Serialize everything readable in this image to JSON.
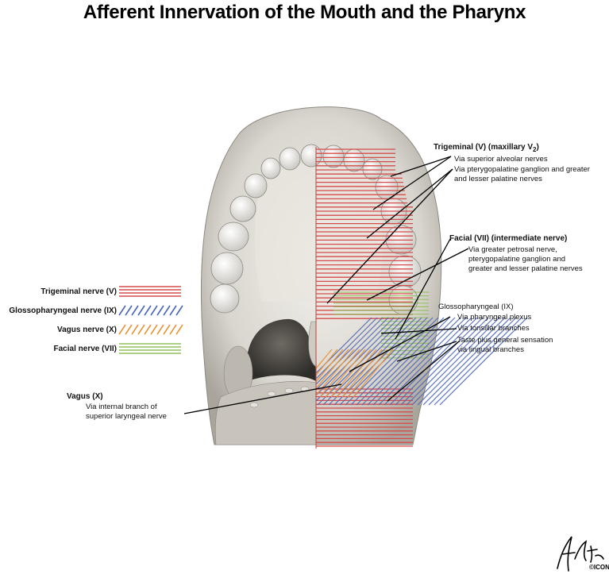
{
  "title": "Afferent Innervation of the Mouth and the Pharynx",
  "colors": {
    "trigeminal": "#d64b4b",
    "glossopharyngeal": "#4a65b8",
    "vagus": "#e8943a",
    "facial": "#8fbf5a",
    "leader": "#000000"
  },
  "legend": [
    {
      "label": "Trigeminal nerve (V)",
      "pattern": "horizontal",
      "color": "#d64b4b"
    },
    {
      "label": "Glossopharyngeal nerve (IX)",
      "pattern": "diagonal",
      "color": "#4a65b8"
    },
    {
      "label": "Vagus nerve (X)",
      "pattern": "diagonal",
      "color": "#e8943a"
    },
    {
      "label": "Facial nerve (VII)",
      "pattern": "horizontal",
      "color": "#8fbf5a"
    }
  ],
  "labels": {
    "trigeminal_head": "Trigeminal (V) (maxillary V",
    "trigeminal_sub": "2",
    "trigeminal_close": ")",
    "sup_alveolar": "Via superior alveolar nerves",
    "ptery_1": "Via pterygopalatine ganglion and greater",
    "ptery_2": "and lesser palatine nerves",
    "facial_head": "Facial (VII) (intermediate nerve)",
    "facial_1": "Via greater petrosal nerve,",
    "facial_2": "pterygopalatine ganglion and",
    "facial_3": "greater and lesser palatine nerves",
    "glosso_head": "Glossopharyngeal (IX)",
    "glosso_1": "Via pharyngeal plexus",
    "glosso_2": "Via tonsillar branches",
    "glosso_3": "Taste plus general sensation",
    "glosso_4": "via lingual branches",
    "vagus_head": "Vagus (X)",
    "vagus_1": "Via internal branch of",
    "vagus_2": "superior laryngeal nerve"
  },
  "signature": "F. Netter M.D.",
  "logo": "ICON"
}
